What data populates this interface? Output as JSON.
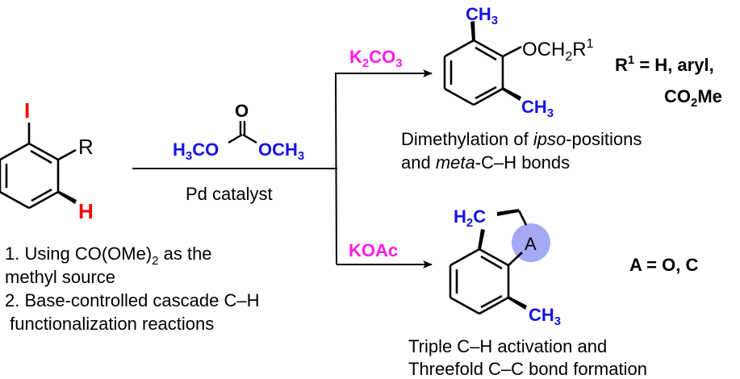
{
  "colors": {
    "reagent_blue": "#1414e6",
    "base_magenta": "#ff1ae6",
    "highlight_red": "#ff0000",
    "ring_fill": "#a5a8f5",
    "bond": "#000000"
  },
  "starting_material": {
    "iodo": "I",
    "substituent": "R",
    "hydrogen": "H"
  },
  "reagent": {
    "carbonyl_o": "O",
    "left_group": "H",
    "left_sub": "3",
    "left_rest": "CO",
    "right_o": "O",
    "right_rest": "CH",
    "right_sub": "3",
    "catalyst": "Pd catalyst"
  },
  "notes": {
    "line1_pre": "1. Using CO(OMe)",
    "line1_sub": "2",
    "line1_post": " as the",
    "line2": "methyl source",
    "line3": "2. Base-controlled cascade C–H",
    "line4": " functionalization reactions"
  },
  "top_branch": {
    "base_k": "K",
    "base_sub1": "2",
    "base_co": "CO",
    "base_sub2": "3",
    "methyl_top": "CH",
    "methyl_top_sub": "3",
    "methyl_bottom": "CH",
    "methyl_bottom_sub": "3",
    "ether_pre": "OCH",
    "ether_sub": "2",
    "ether_r": "R",
    "ether_sup": "1",
    "r1_pre": "R",
    "r1_sup": "1",
    "r1_post": " = H, aryl,",
    "r1_line2_pre": "CO",
    "r1_line2_sub": "2",
    "r1_line2_post": "Me",
    "desc_line1_pre": "Dimethylation of ",
    "desc_line1_italic": "ipso",
    "desc_line1_post": "-positions",
    "desc_line2_pre": "and ",
    "desc_line2_italic": "meta",
    "desc_line2_post": "-C–H bonds"
  },
  "bottom_branch": {
    "base": "KOAc",
    "ch2_h": "H",
    "ch2_sub": "2",
    "ch2_c": "C",
    "atom_a": "A",
    "methyl": "CH",
    "methyl_sub": "3",
    "a_def": "A = O, C",
    "desc_line1": "Triple C–H activation and",
    "desc_line2": "Threefold C–C bond formation"
  }
}
